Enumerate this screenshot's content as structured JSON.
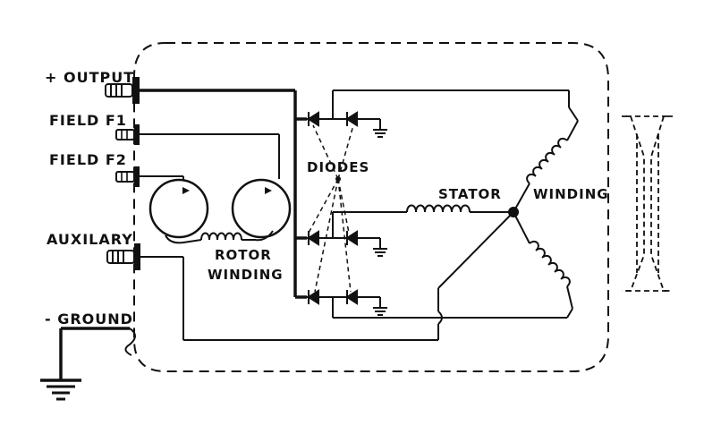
{
  "labels": {
    "output": "+ OUTPUT",
    "field_f1": "FIELD F1",
    "field_f2": "FIELD F2",
    "auxiliary": "AUXILARY",
    "ground": "- GROUND",
    "diodes": "DIODES",
    "stator": "STATOR",
    "winding": "WINDING",
    "rotor_line1": "ROTOR",
    "rotor_line2": "WINDING"
  },
  "colors": {
    "ink": "#111111",
    "background": "#ffffff"
  },
  "icons": {
    "terminal": "screw-terminal-icon",
    "diode": "diode-icon",
    "ground": "ground-icon",
    "coil": "coil-icon",
    "pulley": "pulley-icon"
  }
}
